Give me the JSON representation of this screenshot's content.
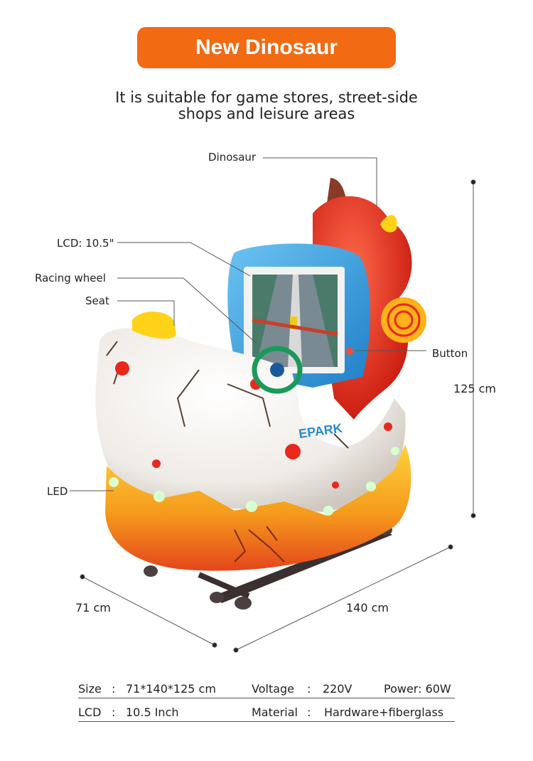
{
  "header": {
    "title": "New Dinosaur",
    "subtitle_line1": "It is suitable for game stores, street-side",
    "subtitle_line2": "shops and leisure areas"
  },
  "callouts": {
    "dinosaur": "Dinosaur",
    "lcd": "LCD: 10.5\"",
    "racing_wheel": "Racing wheel",
    "seat": "Seat",
    "button": "Button",
    "led": "LED"
  },
  "dimensions": {
    "height": "125 cm",
    "depth": "71 cm",
    "length": "140 cm"
  },
  "screen_logo": "EPARK",
  "specs": {
    "row1": {
      "size_label": "Size",
      "sep1": ":",
      "size_value": "71*140*125 cm",
      "voltage_label": "Voltage",
      "sep2": ":",
      "voltage_value": "220V",
      "power": "Power: 60W"
    },
    "row2": {
      "lcd_label": "LCD",
      "sep1": ":",
      "lcd_value": "10.5 Inch",
      "material_label": "Material",
      "sep2": ":",
      "material_value": "Hardware+fiberglass"
    }
  },
  "colors": {
    "accent": "#f26a12",
    "dino_red": "#e8281c",
    "screen_blue": "#3ea0e0",
    "egg_white": "#f3f0ec",
    "base_orange": "#f5a21a"
  }
}
